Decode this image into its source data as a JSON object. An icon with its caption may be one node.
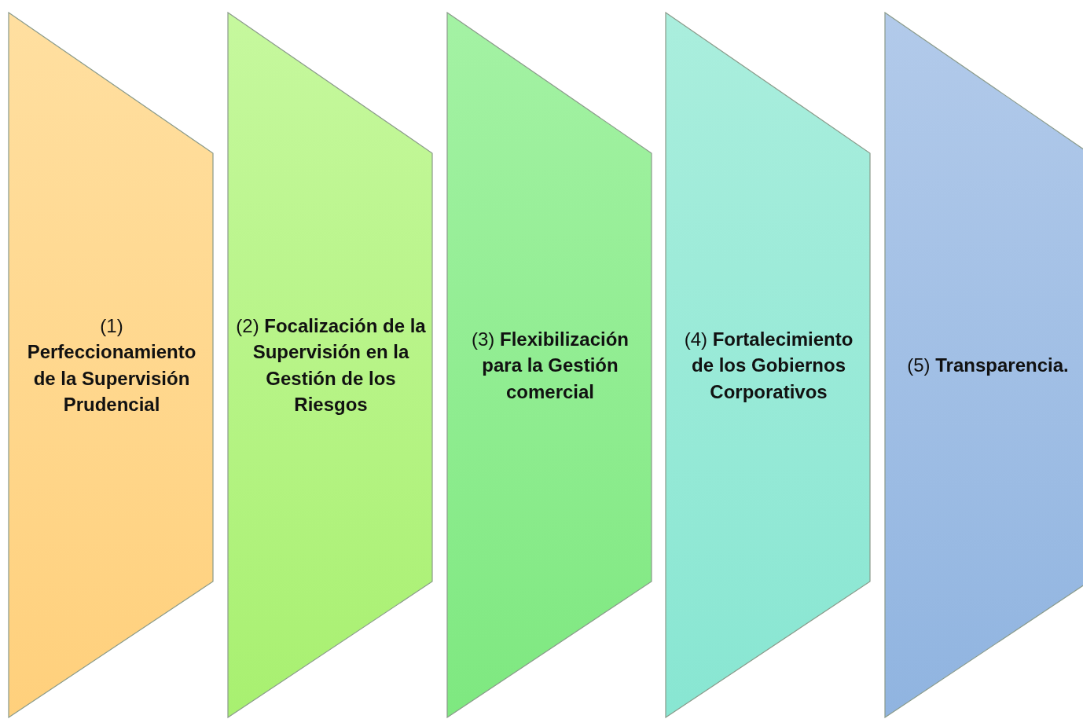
{
  "diagram": {
    "nodes": [
      {
        "text": [
          "(1) **Perfeccionamiento de la Supervisión Prudencial**"
        ]
      },
      {
        "text": [
          "(2) **Focalización de la Supervisión en la Gestión de los Riesgos**"
        ]
      },
      {
        "text": [
          "(3) **Flexibilización para la Gestión comercial**"
        ]
      },
      {
        "text": [
          "(4) **Fortalecimiento de los Gobiernos Corporativos**"
        ]
      },
      {
        "text": [
          "(5) **Transparencia.**"
        ]
      }
    ],
    "edges": []
  }
}
